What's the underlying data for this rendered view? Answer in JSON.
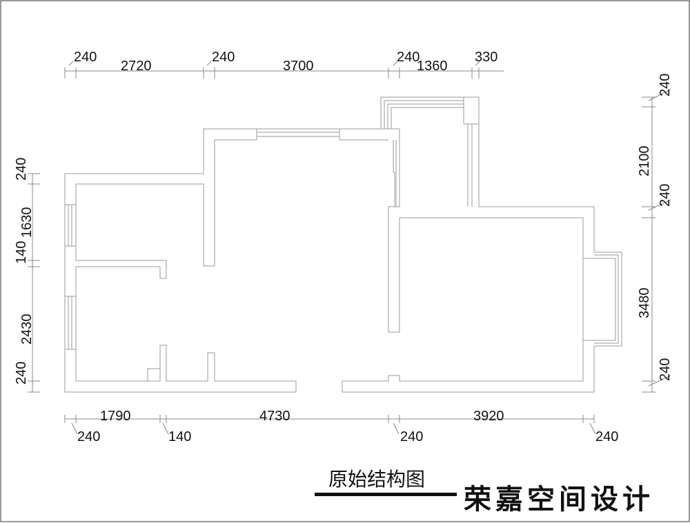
{
  "title": "原始结构图",
  "logo": "荣嘉空间设计",
  "dims": {
    "top": [
      "240",
      "2720",
      "240",
      "3700",
      "240",
      "1360",
      "330"
    ],
    "bottom_upper": [
      "1790",
      "4730",
      "3920"
    ],
    "bottom_lower": [
      "240",
      "140",
      "240",
      "240"
    ],
    "left": [
      "240",
      "1630",
      "140",
      "2430",
      "240"
    ],
    "right": [
      "240",
      "2100",
      "240",
      "3480",
      "240"
    ]
  }
}
